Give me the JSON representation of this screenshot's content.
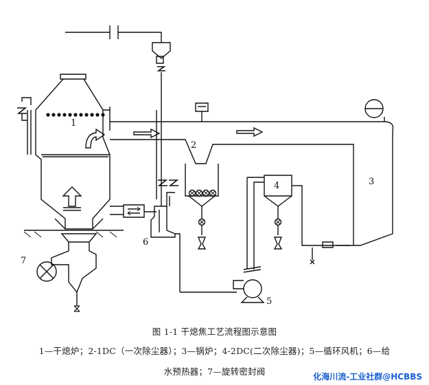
{
  "labels": {
    "n1": "1",
    "n2": "2",
    "n3": "3",
    "n4": "4",
    "n5": "5",
    "n6": "6",
    "n7": "7"
  },
  "caption": {
    "title": "图 1-1  干熄焦工艺流程图示意图",
    "legend_line1": "1—干熄炉；2-1DC（一次除尘器）；3—锅炉；4-2DC(二次除尘器)；5—循环风机；6—给",
    "legend_line2": "水预热器；7—旋转密封阀"
  },
  "watermark": "化海川流-工业社群@HCBBS"
}
